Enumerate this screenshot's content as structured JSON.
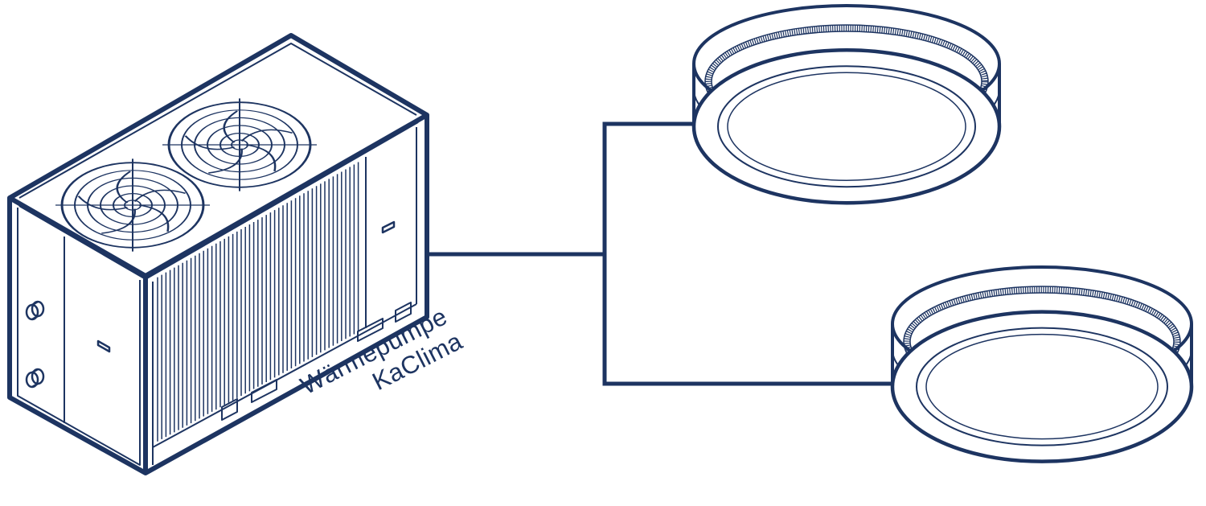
{
  "colors": {
    "line": "#1d3461",
    "background": "#ffffff"
  },
  "heat_pump": {
    "label_line1": "Wärmepumpe",
    "label_line2": "KaClima"
  },
  "units": [
    "ceiling-cassette-unit-top",
    "ceiling-cassette-unit-bottom"
  ]
}
